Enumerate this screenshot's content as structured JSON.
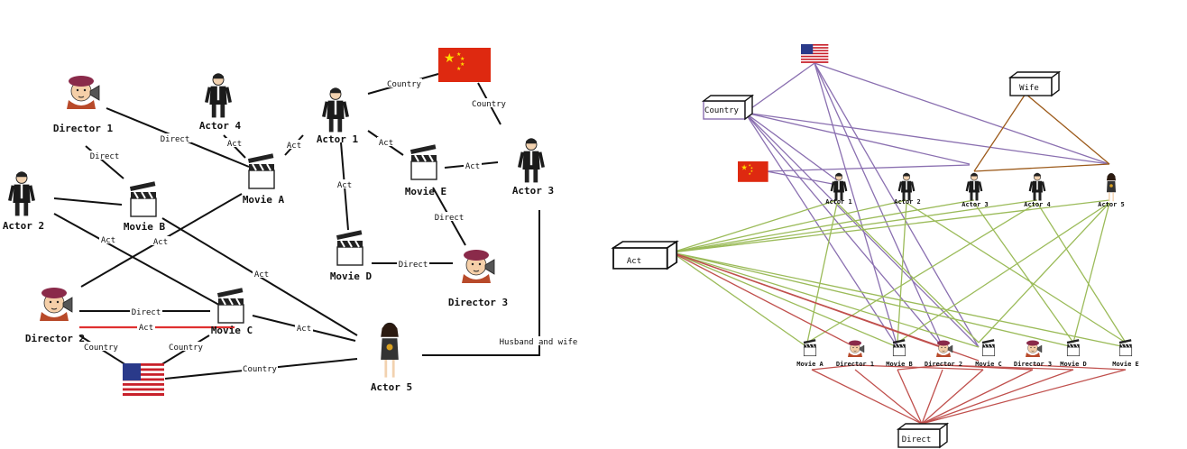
{
  "left_graph": {
    "nodes": {
      "director1": "Director 1",
      "actor4": "Actor 4",
      "actor1": "Actor 1",
      "actor2": "Actor 2",
      "movieB": "Movie B",
      "movieA": "Movie A",
      "movieE": "Movie E",
      "actor3": "Actor 3",
      "movieD": "Movie D",
      "director3": "Director 3",
      "director2": "Director 2",
      "movieC": "Movie C",
      "actor5": "Actor 5"
    },
    "edge_labels": {
      "direct": "Direct",
      "act": "Act",
      "country": "Country",
      "husband_wife": "Husband and wife"
    }
  },
  "right_graph": {
    "boxes": {
      "country": "Country",
      "wife": "Wife",
      "act": "Act",
      "direct": "Direct"
    },
    "top_nodes": [
      "Actor 1",
      "Actor 2",
      "Actor 3",
      "Actor 4",
      "Actor 5"
    ],
    "bottom_nodes": [
      "Movie A",
      "Director 1",
      "Movie B",
      "Director 2",
      "Movie C",
      "Director 3",
      "Movie D",
      "Movie E"
    ]
  },
  "colors": {
    "country_edge": "#8a6fb0",
    "act_edge": "#9bbb59",
    "direct_edge": "#c0504d",
    "wife_edge": "#9c5a1a",
    "left_act_highlight": "#e03030"
  }
}
